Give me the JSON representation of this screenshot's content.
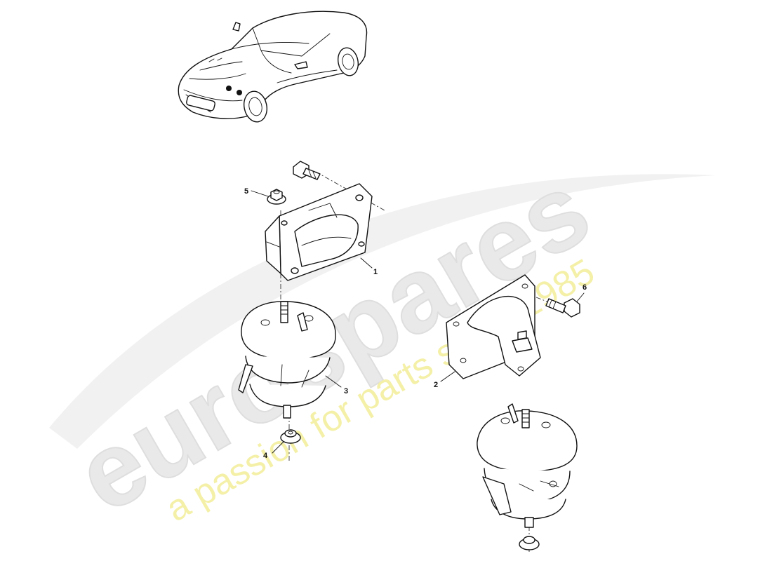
{
  "watermark": {
    "brand": "eurospares",
    "tagline": "a passion for parts since 1985"
  },
  "callouts": {
    "p1": "1",
    "p2": "2",
    "p3": "3",
    "p4": "4",
    "p5": "5",
    "p6": "6"
  }
}
